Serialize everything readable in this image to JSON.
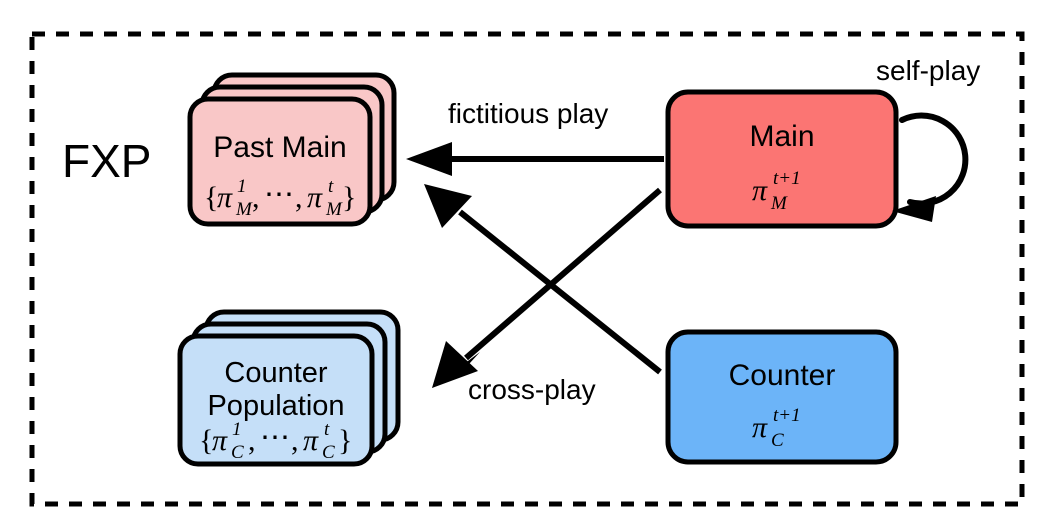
{
  "diagram": {
    "title": "FXP",
    "group_label": "FXP",
    "border": {
      "style": "dashed",
      "color": "#000000"
    },
    "colors": {
      "main_fill": "#fb7573",
      "counter_fill": "#6cb4f8",
      "past_main_fill": "#f9c7c7",
      "counter_population_fill": "#c5dff8",
      "stroke": "#000000",
      "background": "#ffffff"
    },
    "nodes": [
      {
        "id": "past-main",
        "name": "past-main-stack",
        "label": "Past Main",
        "formula_open": "{",
        "formula_pi1": "π",
        "formula_sub1": "M",
        "formula_sup1": "1",
        "formula_comma1": ",",
        "formula_dots": "⋯",
        "formula_comma2": ",",
        "formula_pi2": "π",
        "formula_sub2": "M",
        "formula_sup2": "t",
        "formula_close": "}",
        "formula_plain": "{π¹ₘ, ⋯ , πᵗₘ}",
        "stacked": true,
        "stack_count": 3,
        "fill": "#f9c7c7"
      },
      {
        "id": "counter-population",
        "name": "counter-population-stack",
        "label_line1": "Counter",
        "label_line2": "Population",
        "formula_open": "{",
        "formula_pi1": "π",
        "formula_sub1": "C",
        "formula_sup1": "1",
        "formula_comma1": ",",
        "formula_dots": "⋯",
        "formula_comma2": ",",
        "formula_pi2": "π",
        "formula_sub2": "C",
        "formula_sup2": "t",
        "formula_close": "}",
        "formula_plain": "{π¹_C, ⋯ , πᵗ_C}",
        "stacked": true,
        "stack_count": 3,
        "fill": "#c5dff8"
      },
      {
        "id": "main",
        "name": "main-box",
        "label": "Main",
        "formula_pi": "π",
        "formula_sub": "M",
        "formula_sup": "t+1",
        "formula_plain": "πᴹᵗ⁺¹",
        "stacked": false,
        "fill": "#fb7573"
      },
      {
        "id": "counter",
        "name": "counter-box",
        "label": "Counter",
        "formula_pi": "π",
        "formula_sub": "C",
        "formula_sup": "t+1",
        "formula_plain": "π_C^{t+1}",
        "stacked": false,
        "fill": "#6cb4f8"
      }
    ],
    "edges": [
      {
        "id": "fictitious-play",
        "label": "fictitious play",
        "from": "main",
        "to": "past-main",
        "kind": "straight-horizontal"
      },
      {
        "id": "cross-play",
        "label": "cross-play",
        "from": "counter",
        "to": "past-main",
        "kind": "diagonal-up-left"
      },
      {
        "id": "cross-play-main",
        "label": "",
        "from": "main",
        "to": "counter-population",
        "kind": "diagonal-down-left"
      },
      {
        "id": "self-play",
        "label": "self-play",
        "from": "main",
        "to": "main",
        "kind": "self-loop"
      }
    ]
  }
}
